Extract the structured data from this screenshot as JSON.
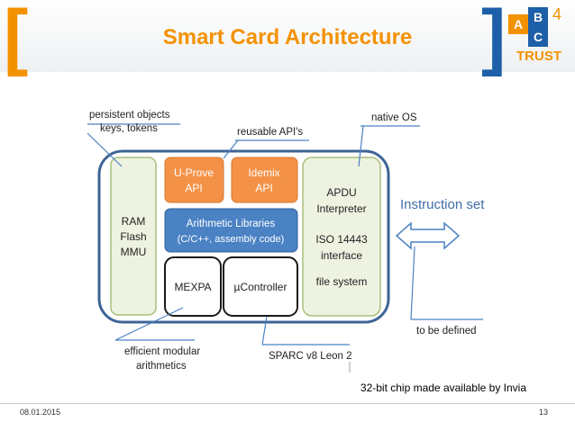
{
  "slide": {
    "title": "Smart Card Architecture",
    "date": "08.01.2015",
    "page_number": "13",
    "caption": "32-bit chip made available by Invia"
  },
  "logo": {
    "cells": [
      "A",
      "B",
      "C"
    ],
    "superscript": "4",
    "word": "TRUST",
    "colors": {
      "orange": "#f39200",
      "blue": "#1d5fa8"
    }
  },
  "diagram": {
    "memory_block": [
      "RAM",
      "Flash",
      "MMU"
    ],
    "uprove_api": [
      "U-Prove",
      "API"
    ],
    "idemix_api": [
      "Idemix",
      "API"
    ],
    "arith_libs": [
      "Arithmetic Libraries",
      "(C/C++, assembly code)"
    ],
    "mexpa": "MEXPA",
    "ucontroller": "µController",
    "os_block": [
      "APDU",
      "Interpreter",
      "ISO 14443",
      "interface",
      "file system"
    ],
    "callouts": {
      "persistent": [
        "persistent objects",
        "keys, tokens"
      ],
      "reusable": "reusable API's",
      "native": "native OS",
      "instruction_set": "Instruction set",
      "to_be_defined": "to be defined",
      "efficient": [
        "efficient modular",
        "arithmetics"
      ],
      "sparc": "SPARC v8 Leon 2"
    },
    "colors": {
      "orange": "#f39247",
      "blue": "#4a82c4",
      "green_fill": "#eef3e1",
      "border": "#3e6496"
    }
  }
}
